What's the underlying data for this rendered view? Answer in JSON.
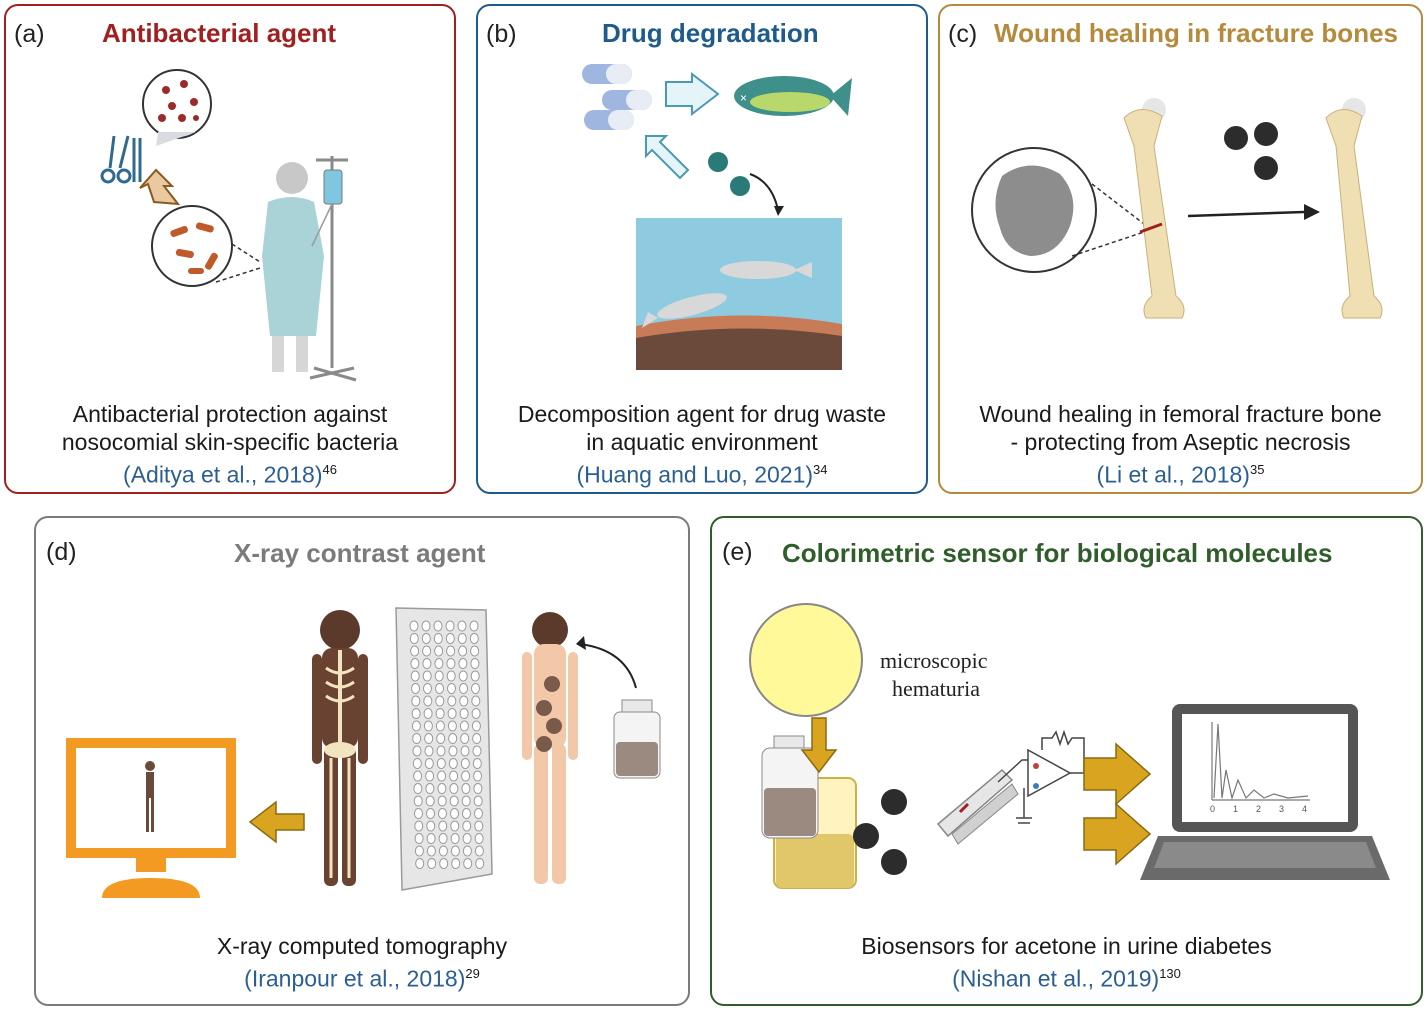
{
  "panels": {
    "a": {
      "label": "(a)",
      "title": "Antibacterial agent",
      "title_color": "#a0201f",
      "border_color": "#a0201f",
      "caption_line1": "Antibacterial protection against",
      "caption_line2": "nosocomial skin-specific bacteria",
      "citation": "(Aditya et al., 2018)",
      "ref": "46"
    },
    "b": {
      "label": "(b)",
      "title": "Drug degradation",
      "title_color": "#1f5a8c",
      "border_color": "#1f5a8c",
      "caption_line1": "Decomposition agent for drug waste",
      "caption_line2": "in aquatic environment",
      "citation": "(Huang and Luo, 2021)",
      "ref": "34"
    },
    "c": {
      "label": "(c)",
      "title": "Wound healing in fracture bones",
      "title_color": "#b58a3c",
      "border_color": "#b58a3c",
      "caption_line1": "Wound healing in femoral fracture bone",
      "caption_line2": "- protecting from Aseptic necrosis",
      "citation": "(Li et al., 2018)",
      "ref": "35"
    },
    "d": {
      "label": "(d)",
      "title": "X-ray contrast agent",
      "title_color": "#7b7b7b",
      "border_color": "#7b7b7b",
      "caption_line1": "X-ray computed tomography",
      "citation": "(Iranpour et al., 2018)",
      "ref": "29"
    },
    "e": {
      "label": "(e)",
      "title": "Colorimetric sensor for biological molecules",
      "title_color": "#2f5e2a",
      "border_color": "#2f5e2a",
      "caption_line1": "Biosensors for acetone in urine diabetes",
      "citation": "(Nishan et al., 2019)",
      "ref": "130",
      "hematuria_line1": "microscopic",
      "hematuria_line2": "hematuria",
      "graph_ticks": [
        "0",
        "1",
        "2",
        "3",
        "4"
      ]
    }
  },
  "colors": {
    "nanoparticle": "#2c2c2c",
    "arrow_orange": "#d9a520",
    "bone": "#f1dfb4",
    "monitor_orange": "#f29a22",
    "skin": "#f2c8a8"
  }
}
